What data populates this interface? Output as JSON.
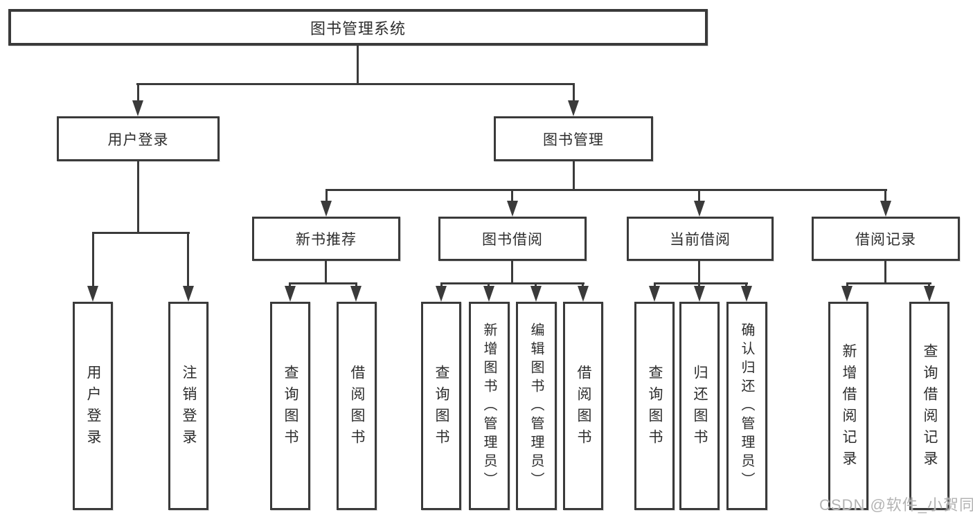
{
  "nodes": {
    "root": "图书管理系统",
    "l2": [
      "用户登录",
      "图书管理"
    ],
    "l3": [
      "新书推荐",
      "图书借阅",
      "当前借阅",
      "借阅记录"
    ],
    "leaves": [
      "用户登录",
      "注销登录",
      "查询图书",
      "借阅图书",
      "查询图书",
      "新增图书（管理员）",
      "编辑图书（管理员）",
      "借阅图书",
      "查询图书",
      "归还图书",
      "确认归还（管理员）",
      "新增借阅记录",
      "查询借阅记录"
    ]
  },
  "watermark": {
    "text": "CSDN @软件_小贺同学"
  },
  "colors": {
    "line": "#3a3a3a",
    "text": "#2d2d2d",
    "watermark": "#b3b3b3",
    "background": "#ffffff"
  }
}
